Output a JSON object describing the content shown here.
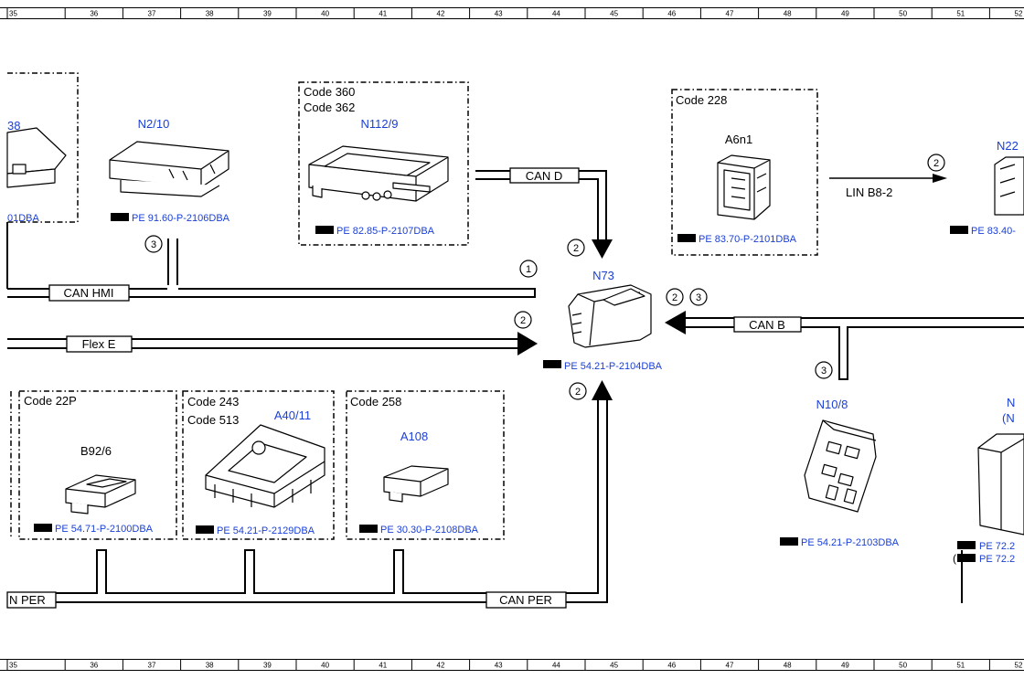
{
  "ruler": {
    "numbers": [
      "35",
      "36",
      "37",
      "38",
      "39",
      "40",
      "41",
      "42",
      "43",
      "44",
      "45",
      "46",
      "47",
      "48",
      "49",
      "50",
      "51",
      "52"
    ]
  },
  "groups": {
    "partial_left_label": "38",
    "partial_left_ref": "01DBA",
    "n2_10": {
      "label": "N2/10",
      "ref": "PE 91.60-P-2106DBA"
    },
    "n112_9": {
      "code1": "Code 360",
      "code2": "Code 362",
      "label": "N112/9",
      "ref": "PE 82.85-P-2107DBA"
    },
    "a6n1": {
      "code": "Code 228",
      "label": "A6n1",
      "ref": "PE 83.70-P-2101DBA"
    },
    "n22_partial": {
      "label": "N22",
      "ref": "PE 83.40-"
    },
    "n73": {
      "label": "N73",
      "ref": "PE 54.21-P-2104DBA"
    },
    "b92_6": {
      "code": "Code 22P",
      "label": "B92/6",
      "ref": "PE 54.71-P-2100DBA"
    },
    "a40_11": {
      "code1": "Code 243",
      "code2": "Code 513",
      "label": "A40/11",
      "ref": "PE 54.21-P-2129DBA"
    },
    "a108": {
      "code": "Code 258",
      "label": "A108",
      "ref": "PE 30.30-P-2108DBA"
    },
    "n10_8": {
      "label": "N10/8",
      "ref": "PE 54.21-P-2103DBA"
    },
    "n_partial": {
      "label1": "N",
      "label2": "(N",
      "ref1": "PE 72.2",
      "ref2": "PE 72.2"
    }
  },
  "buses": {
    "can_hmi": "CAN HMI",
    "flex_e": "Flex E",
    "can_d": "CAN D",
    "can_b": "CAN B",
    "can_per": "CAN PER",
    "can_per_partial": "N PER",
    "lin": "LIN B8-2"
  },
  "markers": {
    "one": "1",
    "two": "2",
    "three": "3"
  }
}
